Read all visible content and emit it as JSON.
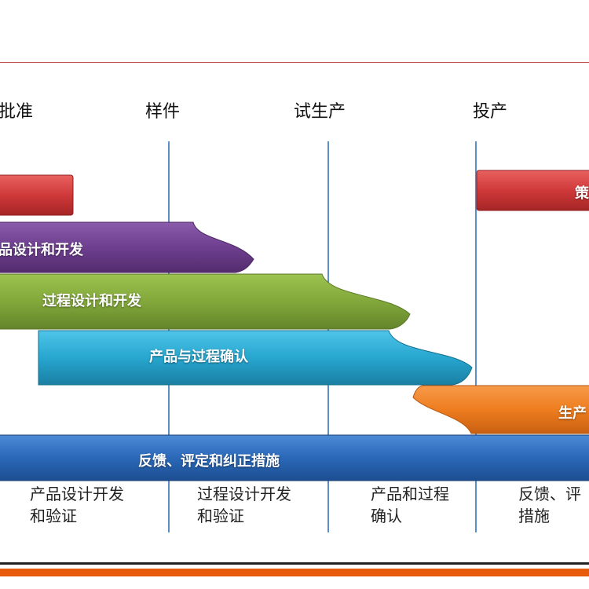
{
  "milestones": [
    "批准",
    "样件",
    "试生产",
    "投产"
  ],
  "bars": {
    "planning_label": "策",
    "product_design_label": "品设计和开发",
    "process_design_label": "过程设计和开发",
    "validation_label": "产品与过程确认",
    "production_label": "生产",
    "feedback_label": "反馈、评定和纠正措施"
  },
  "phases": [
    {
      "line1": "产品设计开发",
      "line2": "和验证"
    },
    {
      "line1": "过程设计开发",
      "line2": "和验证"
    },
    {
      "line1": "产品和过程",
      "line2": "确认"
    },
    {
      "line1": "反馈、评",
      "line2": "措施"
    }
  ],
  "colors": {
    "planning": "#d0393a",
    "product_design": "#6e3f8f",
    "process_design": "#82a83b",
    "validation": "#27a6cf",
    "production": "#ee7d1f",
    "feedback": "#2a68b8",
    "divider": "#5b8fc7"
  }
}
